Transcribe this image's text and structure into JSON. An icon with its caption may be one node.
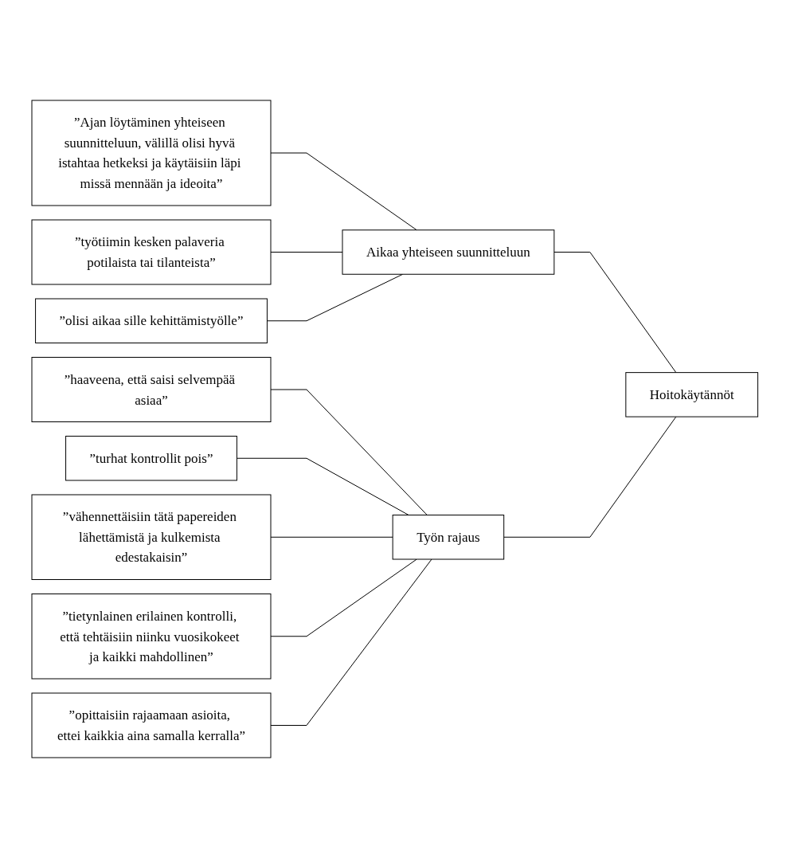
{
  "diagram": {
    "nodes": [
      {
        "text": [
          "”Ajan löytäminen yhteiseen suunnitteluun, välillä olisi hyvä istahtaa hetkeksi ja käytäisiin läpi missä mennään ja ideoita”"
        ]
      },
      {
        "text": [
          "”työtiimin kesken palaveria potilaista tai tilanteista”"
        ]
      },
      {
        "text": [
          "”olisi aikaa sille kehittämistyölle”"
        ]
      },
      {
        "text": [
          "”haaveena, että saisi selvempää asiaa”"
        ]
      },
      {
        "text": [
          "”turhat kontrollit pois”"
        ]
      },
      {
        "text": [
          "”vähennettäisiin tätä papereiden lähettämistä ja kulkemista edestakaisin”"
        ]
      },
      {
        "text": [
          "”tietynlainen erilainen kontrolli, että tehtäisiin niinku vuosikokeet ja kaikki mahdollinen”"
        ]
      },
      {
        "text": [
          "”opittaisiin rajaamaan asioita, ettei kaikkia aina samalla kerralla”"
        ]
      },
      {
        "text": [
          "Aikaa yhteiseen suunnitteluun"
        ]
      },
      {
        "text": [
          "Hoitokäytännöt"
        ]
      },
      {
        "text": [
          "Työn rajaus"
        ]
      }
    ],
    "edges": [
      {
        "from": 0,
        "to": 8,
        "arrow": "none"
      },
      {
        "from": 1,
        "to": 8,
        "arrow": "none"
      },
      {
        "from": 2,
        "to": 8,
        "arrow": "none"
      },
      {
        "from": 3,
        "to": 10,
        "arrow": "none"
      },
      {
        "from": 4,
        "to": 10,
        "arrow": "none"
      },
      {
        "from": 5,
        "to": 10,
        "arrow": "none"
      },
      {
        "from": 6,
        "to": 10,
        "arrow": "none"
      },
      {
        "from": 7,
        "to": 10,
        "arrow": "none"
      },
      {
        "from": 8,
        "to": 9,
        "arrow": "none"
      },
      {
        "from": 10,
        "to": 9,
        "arrow": "none"
      }
    ]
  }
}
